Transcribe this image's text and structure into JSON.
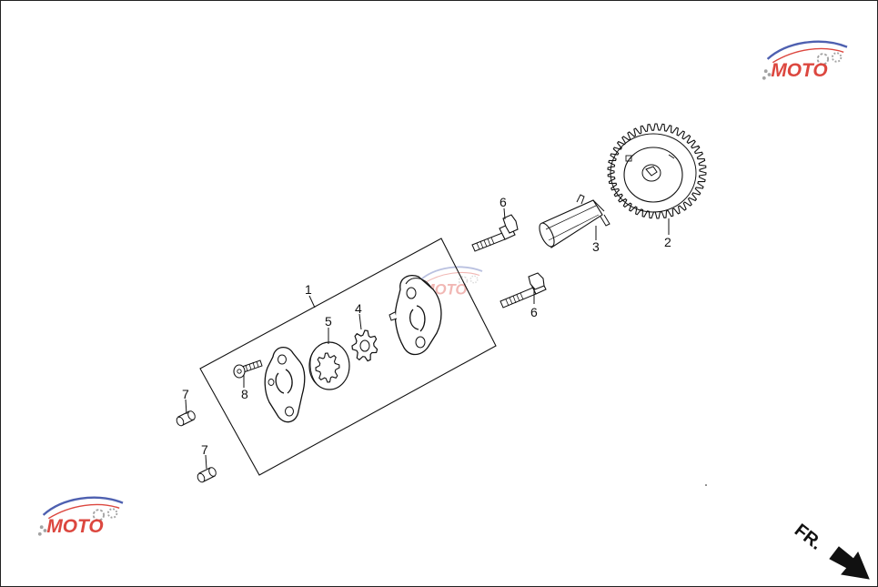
{
  "callouts": {
    "c1": "1",
    "c2": "2",
    "c3": "3",
    "c4": "4",
    "c5": "5",
    "c6a": "6",
    "c6b": "6",
    "c7a": "7",
    "c7b": "7",
    "c8": "8"
  },
  "direction": {
    "label": "FR."
  },
  "watermark": {
    "logo_text": "MOTO"
  },
  "colors": {
    "line": "#111111",
    "watermark_red": "#d9342b",
    "watermark_blue": "#3b4fa8",
    "watermark_gray": "#9a9a9a"
  }
}
